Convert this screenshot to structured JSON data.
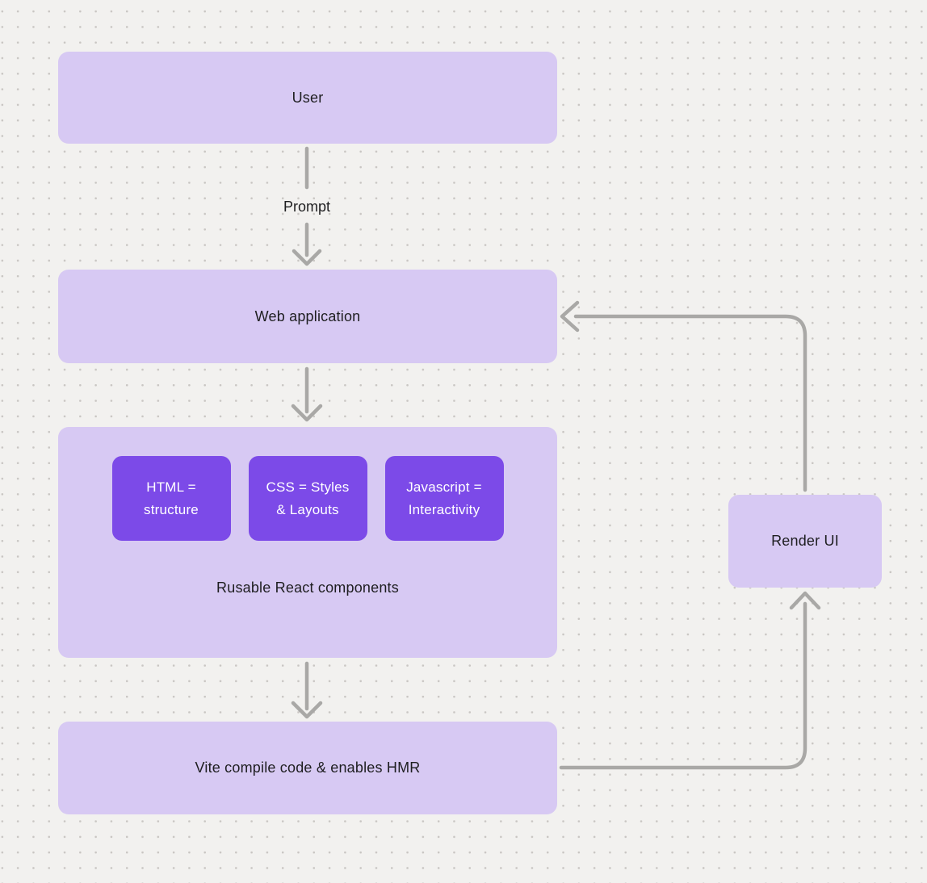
{
  "canvas": {
    "background": "#f2f1ef",
    "dot_color": "#c9c6c3"
  },
  "diagram": {
    "nodes": {
      "user": {
        "label": "User"
      },
      "web_application": {
        "label": "Web application"
      },
      "components_group": {
        "label": "Rusable React components"
      },
      "html": {
        "label": "HTML =\nstructure"
      },
      "css": {
        "label": "CSS = Styles\n& Layouts"
      },
      "javascript": {
        "label": "Javascript =\nInteractivity"
      },
      "vite": {
        "label": "Vite compile code & enables HMR"
      },
      "render_ui": {
        "label": "Render UI"
      }
    },
    "edges": {
      "prompt_label": "Prompt"
    },
    "colors": {
      "node_fill": "#d7c9f3",
      "node_text": "#1e1e20",
      "inner_fill": "#7c4ae8",
      "inner_text": "#ffffff",
      "arrow": "#a9a8a6"
    }
  }
}
